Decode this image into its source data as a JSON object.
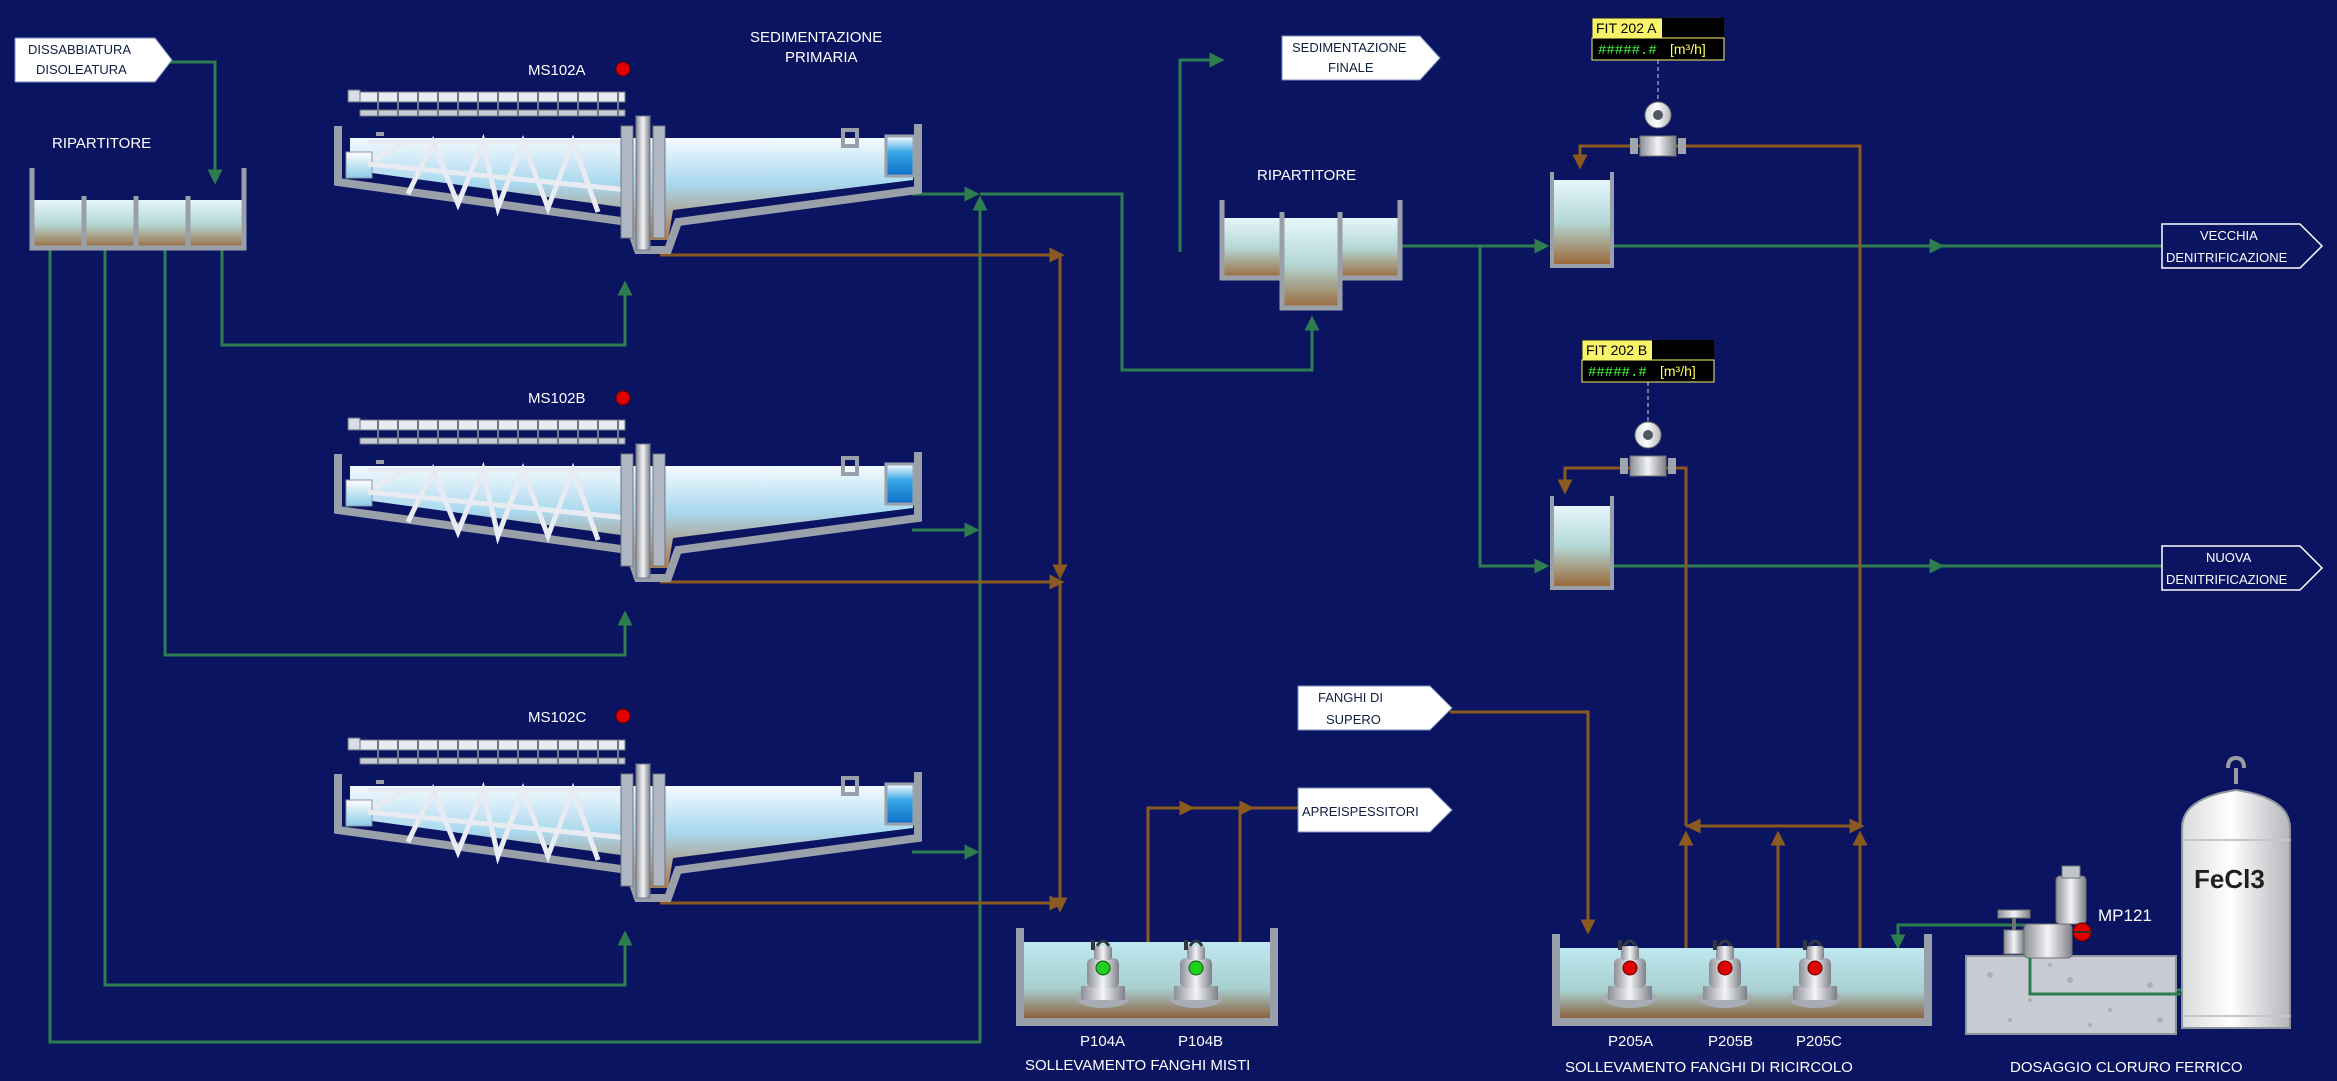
{
  "colors": {
    "background": "#0a1460",
    "water_line": "#2e7d4f",
    "sludge_line": "#8a5a20",
    "led_red": "#e00000",
    "led_green": "#20d020"
  },
  "labels": {
    "dissabbiatura": [
      "DISSABBIATURA",
      "DISOLEATURA"
    ],
    "ripartitore_left": "RIPARTITORE",
    "sedimentazione_primaria": [
      "SEDIMENTAZIONE",
      "PRIMARIA"
    ],
    "sedimentazione_finale": [
      "SEDIMENTAZIONE",
      "FINALE"
    ],
    "ripartitore_center": "RIPARTITORE",
    "vecchia_denitrificazione": [
      "VECCHIA",
      "DENITRIFICAZIONE"
    ],
    "nuova_denitrificazione": [
      "NUOVA",
      "DENITRIFICAZIONE"
    ],
    "fanghi_di_supero": [
      "FANGHI DI",
      "SUPERO"
    ],
    "apreispessitori": "APREISPESSITORI",
    "sollevamento_fanghi_misti": "SOLLEVAMENTO FANGHI MISTI",
    "sollevamento_fanghi_ricircolo": "SOLLEVAMENTO FANGHI DI RICIRCOLO",
    "dosaggio_cloruro_ferrico": "DOSAGGIO CLORURO FERRICO",
    "fecl3_tank": "FeCl3",
    "mp121": "MP121"
  },
  "clarifiers": [
    {
      "tag": "MS102A",
      "status": "red"
    },
    {
      "tag": "MS102B",
      "status": "red"
    },
    {
      "tag": "MS102C",
      "status": "red"
    }
  ],
  "meters": [
    {
      "tag": "FIT 202 A",
      "value": "#####.#",
      "unit": "[m³/h]"
    },
    {
      "tag": "FIT 202 B",
      "value": "#####.#",
      "unit": "[m³/h]"
    }
  ],
  "pumps_misti": [
    {
      "tag": "P104A",
      "status": "green"
    },
    {
      "tag": "P104B",
      "status": "green"
    }
  ],
  "pumps_ricircolo": [
    {
      "tag": "P205A",
      "status": "red"
    },
    {
      "tag": "P205B",
      "status": "red"
    },
    {
      "tag": "P205C",
      "status": "red"
    }
  ]
}
